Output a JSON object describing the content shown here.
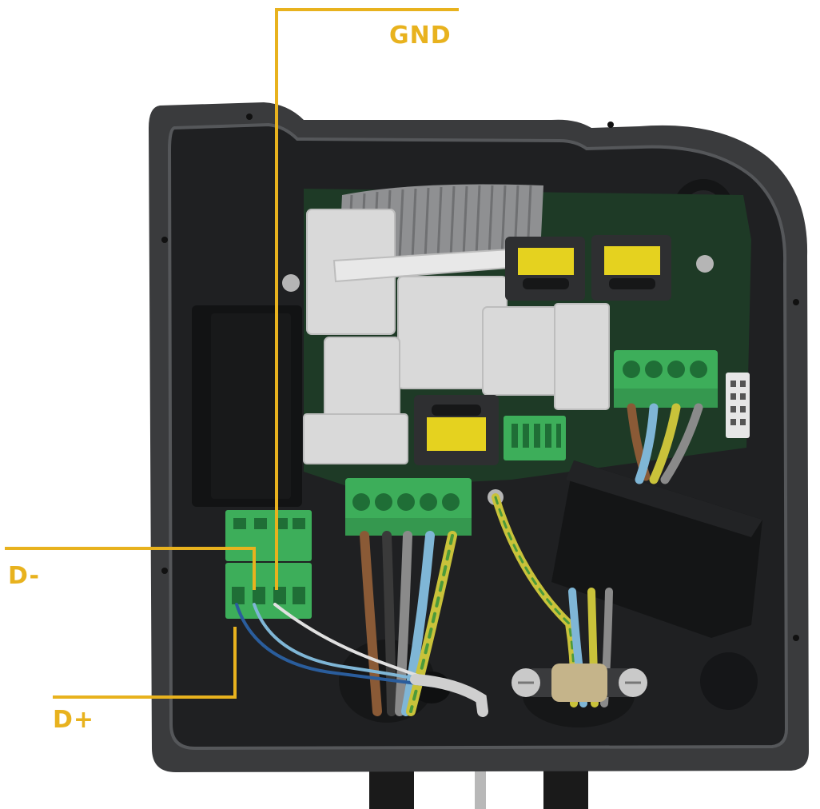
{
  "labels": {
    "gnd": "GND",
    "d_minus": "D-",
    "d_plus": "D+"
  },
  "colors": {
    "callout": "#e8b21e",
    "enclosure": "#3a3b3d",
    "enclosure_inner": "#1f2022",
    "pcb": "#1e3a26",
    "terminal_green": "#3dae5a",
    "module_grey": "#d9d9d9",
    "relay_yellow": "#e5d21f",
    "wire_brown": "#8a5a36",
    "wire_blue": "#7fb6d6",
    "wire_yellow_green": "#c9c23a",
    "wire_grey": "#8a8a8a"
  }
}
